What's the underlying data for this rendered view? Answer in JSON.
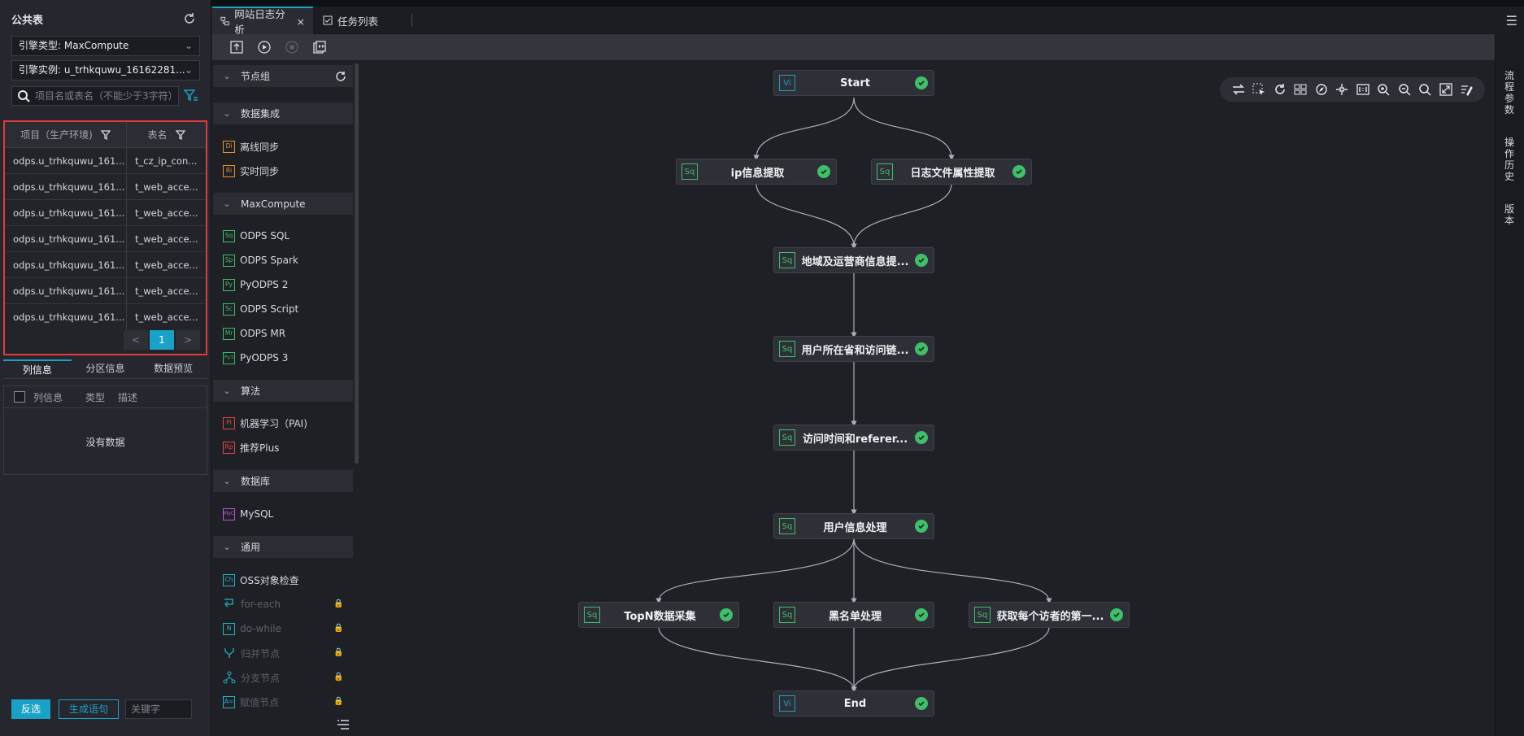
{
  "left_panel": {
    "title": "公共表",
    "engine_type": "引擎类型:  MaxCompute",
    "engine_instance": "引擎实例:  u_trhkquwu_16162281...",
    "search_placeholder": "项目名或表名（不能少于3字符）",
    "table": {
      "headers": [
        "项目（生产环境)",
        "表名"
      ],
      "rows": [
        [
          "odps.u_trhkquwu_161...",
          "t_cz_ip_con..."
        ],
        [
          "odps.u_trhkquwu_161...",
          "t_web_acce..."
        ],
        [
          "odps.u_trhkquwu_161...",
          "t_web_acce..."
        ],
        [
          "odps.u_trhkquwu_161...",
          "t_web_acce..."
        ],
        [
          "odps.u_trhkquwu_161...",
          "t_web_acce..."
        ],
        [
          "odps.u_trhkquwu_161...",
          "t_web_acce..."
        ],
        [
          "odps.u_trhkquwu_161...",
          "t_web_acce..."
        ]
      ],
      "page": "1",
      "prev": "<",
      "next": ">"
    },
    "tabs": [
      "列信息",
      "分区信息",
      "数据预览"
    ],
    "column_headers": [
      "列信息",
      "类型",
      "描述"
    ],
    "empty_text": "没有数据",
    "btn_invert": "反选",
    "btn_generate": "生成语句",
    "keyword_placeholder": "关键字"
  },
  "file_tabs": [
    {
      "label": "网站日志分析",
      "close": "×"
    },
    {
      "label": "任务列表"
    }
  ],
  "palette": {
    "groups": [
      {
        "label": "节点组"
      },
      {
        "label": "数据集成"
      },
      {
        "label": "MaxCompute"
      },
      {
        "label": "算法"
      },
      {
        "label": "数据库"
      },
      {
        "label": "通用"
      }
    ],
    "items": {
      "di": [
        {
          "badge": "Di",
          "label": "离线同步"
        },
        {
          "badge": "Ri",
          "label": "实时同步"
        }
      ],
      "mc": [
        {
          "badge": "Sq",
          "label": "ODPS SQL"
        },
        {
          "badge": "Sp",
          "label": "ODPS Spark"
        },
        {
          "badge": "Py",
          "label": "PyODPS 2"
        },
        {
          "badge": "Sc",
          "label": "ODPS Script"
        },
        {
          "badge": "Mr",
          "label": "ODPS MR"
        },
        {
          "badge": "Py3",
          "label": "PyODPS 3"
        }
      ],
      "alg": [
        {
          "badge": "PI",
          "label": "机器学习（PAI)"
        },
        {
          "badge": "Rp",
          "label": "推荐Plus"
        }
      ],
      "db": [
        {
          "badge": "MyC",
          "label": "MySQL"
        }
      ],
      "gen": [
        {
          "badge": "Ch",
          "label": "OSS对象检查"
        },
        {
          "label": "for-each"
        },
        {
          "badge": "N",
          "label": "do-while"
        },
        {
          "label": "归并节点"
        },
        {
          "label": "分支节点"
        },
        {
          "badge": "A=",
          "label": "赋值节点"
        }
      ]
    }
  },
  "flow": {
    "nodes": [
      {
        "id": "start",
        "badge": "Vi",
        "label": "Start"
      },
      {
        "id": "ip",
        "badge": "Sq",
        "label": "ip信息提取"
      },
      {
        "id": "logattr",
        "badge": "Sq",
        "label": "日志文件属性提取"
      },
      {
        "id": "region",
        "badge": "Sq",
        "label": "地域及运营商信息提..."
      },
      {
        "id": "province",
        "badge": "Sq",
        "label": "用户所在省和访问链..."
      },
      {
        "id": "referer",
        "badge": "Sq",
        "label": "访问时间和referer..."
      },
      {
        "id": "userinfo",
        "badge": "Sq",
        "label": "用户信息处理"
      },
      {
        "id": "topn",
        "badge": "Sq",
        "label": "TopN数据采集"
      },
      {
        "id": "blacklist",
        "badge": "Sq",
        "label": "黑名单处理"
      },
      {
        "id": "first",
        "badge": "Sq",
        "label": "获取每个访者的第一..."
      },
      {
        "id": "end",
        "badge": "Vi",
        "label": "End"
      }
    ]
  },
  "right_rail": [
    "流程参数",
    "操作历史",
    "版本"
  ],
  "colors": {
    "accent": "#19a2c5",
    "success": "#3fbf6a",
    "highlight_border": "#e03b3b"
  }
}
